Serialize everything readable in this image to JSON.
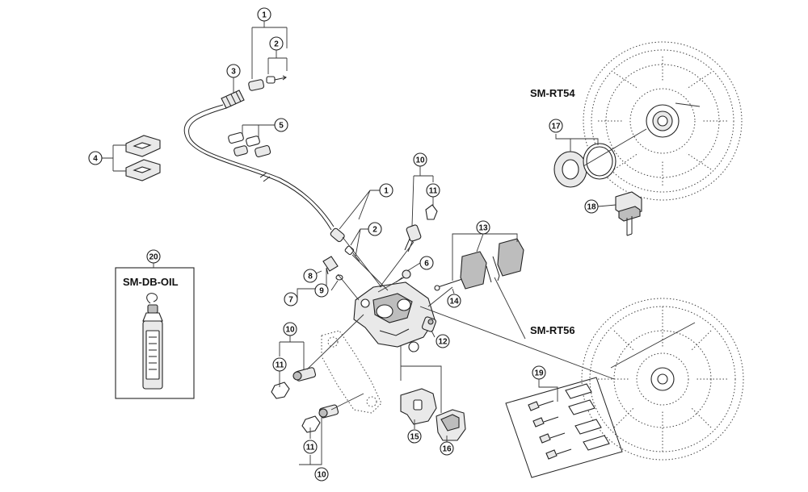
{
  "models": {
    "rotor_top": "SM-RT54",
    "rotor_bottom": "SM-RT56",
    "oil": "SM-DB-OIL"
  },
  "callouts": [
    {
      "id": "c1a",
      "label": "1"
    },
    {
      "id": "c2a",
      "label": "2"
    },
    {
      "id": "c3",
      "label": "3"
    },
    {
      "id": "c4",
      "label": "4"
    },
    {
      "id": "c5",
      "label": "5"
    },
    {
      "id": "c1b",
      "label": "1"
    },
    {
      "id": "c2b",
      "label": "2"
    },
    {
      "id": "c6",
      "label": "6"
    },
    {
      "id": "c7",
      "label": "7"
    },
    {
      "id": "c8",
      "label": "8"
    },
    {
      "id": "c9",
      "label": "9"
    },
    {
      "id": "c10a",
      "label": "10"
    },
    {
      "id": "c11a",
      "label": "11"
    },
    {
      "id": "c10b",
      "label": "10"
    },
    {
      "id": "c11b",
      "label": "11"
    },
    {
      "id": "c11c",
      "label": "11"
    },
    {
      "id": "c10c",
      "label": "10"
    },
    {
      "id": "c12",
      "label": "12"
    },
    {
      "id": "c13",
      "label": "13"
    },
    {
      "id": "c14",
      "label": "14"
    },
    {
      "id": "c15",
      "label": "15"
    },
    {
      "id": "c16",
      "label": "16"
    },
    {
      "id": "c17",
      "label": "17"
    },
    {
      "id": "c18",
      "label": "18"
    },
    {
      "id": "c19",
      "label": "19"
    },
    {
      "id": "c20",
      "label": "20"
    }
  ]
}
